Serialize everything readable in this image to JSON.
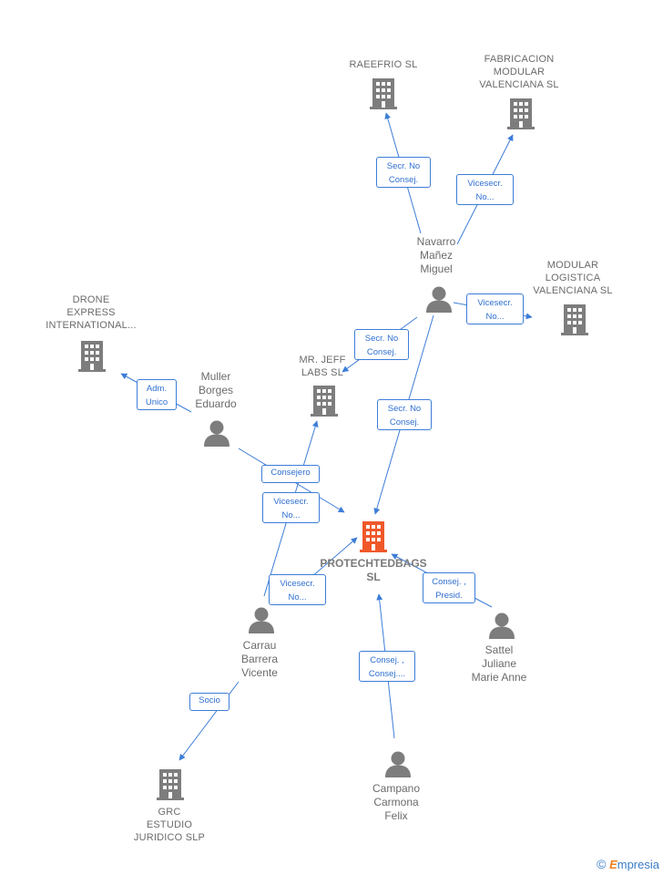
{
  "colors": {
    "edge": "#3d7dd8",
    "company_icon": "#7d7d7d",
    "main_company_icon": "#f0582a",
    "person_icon": "#7d7d7d",
    "label_text": "#6b6b6b"
  },
  "companies": {
    "raeefrio": "RAEEFRIO  SL",
    "fabricacion": "FABRICACION\nMODULAR\nVALENCIANA SL",
    "modular": "MODULAR\nLOGISTICA\nVALENCIANA SL",
    "drone": "DRONE\nEXPRESS\nINTERNATIONAL...",
    "mrjeff": "MR.  JEFF\nLABS  SL",
    "protecht": "PROTECHTEDBAGS\nSL",
    "grc": "GRC\nESTUDIO\nJURIDICO  SLP"
  },
  "persons": {
    "navarro": "Navarro\nMañez\nMiguel",
    "muller": "Muller\nBorges\nEduardo",
    "carrau": "Carrau\nBarrera\nVicente",
    "campano": "Campano\nCarmona\nFelix",
    "sattel": "Sattel\nJuliane\nMarie Anne"
  },
  "edges": {
    "navarro_raeefrio": "Secr.  No\nConsej.",
    "navarro_fabricacion": "Vicesecr.\nNo...",
    "navarro_modular": "Vicesecr.\nNo...",
    "navarro_mrjeff": "Secr.  No\nConsej.",
    "navarro_protecht": "Secr.  No\nConsej.",
    "muller_drone": "Adm.\nUnico",
    "muller_protecht": "Consejero",
    "carrau_mrjeff": "Vicesecr.\nNo...",
    "carrau_protecht": "Vicesecr.\nNo...",
    "sattel_protecht": "Consej. ,\nPresid.",
    "campano_protecht": "Consej. ,\nConsej....",
    "carrau_grc": "Socio"
  },
  "footer": {
    "copyright_symbol": "©",
    "brand_first": "E",
    "brand_rest": "mpresia"
  }
}
